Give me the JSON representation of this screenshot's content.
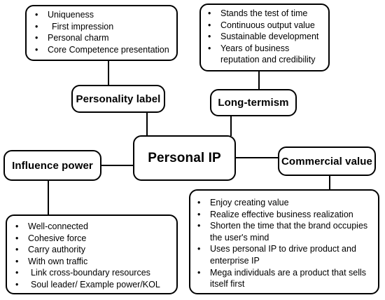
{
  "center": {
    "label": "Personal IP"
  },
  "nodes": {
    "personality_label": "Personality label",
    "long_termism": "Long-termism",
    "influence_power": "Influence power",
    "commercial_value": "Commercial value"
  },
  "lists": {
    "personality": [
      "Uniqueness",
      "First impression",
      "Personal charm",
      "Core Competence presentation"
    ],
    "long_termism": [
      "Stands the test of time",
      "Continuous output value",
      "Sustainable development",
      "Years of business reputation and credibility"
    ],
    "influence": [
      "Well-connected",
      "Cohesive force",
      "Carry authority",
      "With own traffic",
      "Link cross-boundary resources",
      "Soul leader/ Example power/KOL"
    ],
    "commercial": [
      "Enjoy creating value",
      "Realize effective business realization",
      "Shorten the time that the brand occupies the user's mind",
      "Uses personal IP to drive product and enterprise IP",
      "Mega individuals are a product that sells itself first"
    ]
  }
}
